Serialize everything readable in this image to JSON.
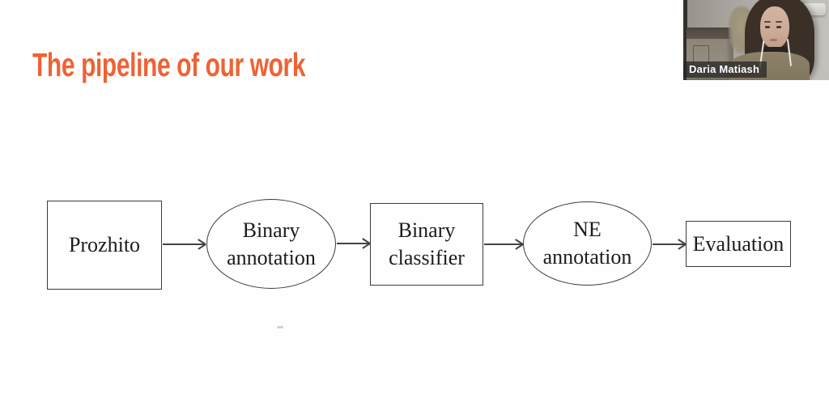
{
  "slide": {
    "title": "The pipeline of our work",
    "title_color": "#EF6233",
    "background_color": "#FEFEFE"
  },
  "flowchart": {
    "line_color": "#3B3B3B",
    "text_color": "#1C1C1C",
    "nodes": [
      {
        "id": "prozhito",
        "label": "Prozhito",
        "shape": "rectangle"
      },
      {
        "id": "binary-annotation",
        "label": "Binary annotation",
        "shape": "ellipse"
      },
      {
        "id": "binary-classifier",
        "label": "Binary classifier",
        "shape": "rectangle"
      },
      {
        "id": "ne-annotation",
        "label": "NE annotation",
        "shape": "ellipse"
      },
      {
        "id": "evaluation",
        "label": "Evaluation",
        "shape": "rectangle"
      }
    ],
    "connections": [
      {
        "from": "Prozhito",
        "to": "Binary annotation"
      },
      {
        "from": "Binary annotation",
        "to": "Binary classifier"
      },
      {
        "from": "Binary classifier",
        "to": "NE annotation"
      },
      {
        "from": "NE annotation",
        "to": "Evaluation"
      }
    ]
  },
  "webcam": {
    "participant_name": "Daria Matiash"
  }
}
